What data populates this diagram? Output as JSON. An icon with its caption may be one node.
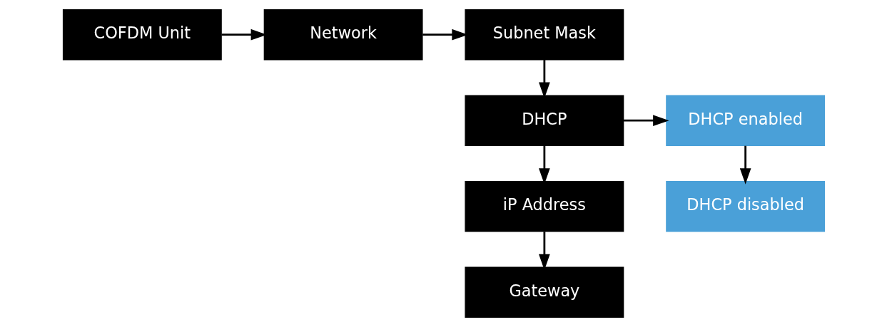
{
  "diagram": {
    "nodes": [
      {
        "text": [
          "COFDM Unit"
        ]
      },
      {
        "text": [
          "Network"
        ]
      },
      {
        "text": [
          "Subnet Mask"
        ]
      },
      {
        "text": [
          "DHCP"
        ]
      },
      {
        "text": [
          "DHCP enabled"
        ]
      },
      {
        "text": [
          "DHCP disabled"
        ]
      },
      {
        "text": [
          "iP Address"
        ]
      },
      {
        "text": [
          "Gateway"
        ]
      }
    ],
    "edges": [
      {
        "from": 0,
        "to": 1,
        "arrow": "to"
      },
      {
        "from": 1,
        "to": 2,
        "arrow": "to"
      },
      {
        "from": 2,
        "to": 3,
        "arrow": "to"
      },
      {
        "from": 3,
        "to": 4,
        "arrow": "to"
      },
      {
        "from": 4,
        "to": 5,
        "arrow": "to"
      },
      {
        "from": 3,
        "to": 6,
        "arrow": "to"
      },
      {
        "from": 6,
        "to": 7,
        "arrow": "to"
      }
    ]
  }
}
